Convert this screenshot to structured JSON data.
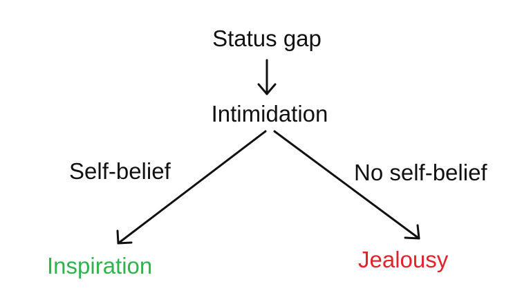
{
  "diagram": {
    "nodes": {
      "status_gap": "Status gap",
      "intimidation": "Intimidation",
      "self_belief": "Self-belief",
      "no_self_belief": "No self-belief",
      "inspiration": "Inspiration",
      "jealousy": "Jealousy"
    },
    "colors": {
      "text": "#111111",
      "inspiration": "#2fb34b",
      "jealousy": "#e2232a",
      "arrows": "#111111"
    },
    "edges": [
      {
        "from": "Status gap",
        "to": "Intimidation"
      },
      {
        "from": "Intimidation",
        "to": "Inspiration",
        "label": "Self-belief"
      },
      {
        "from": "Intimidation",
        "to": "Jealousy",
        "label": "No self-belief"
      }
    ]
  }
}
